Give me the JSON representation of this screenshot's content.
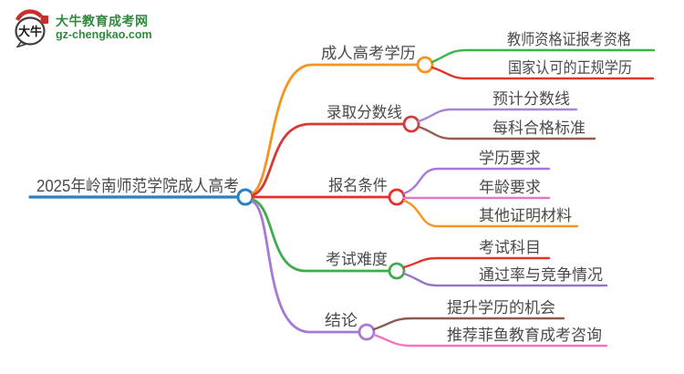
{
  "logo": {
    "icon_text": "大牛",
    "site_name": "大牛教育成考网",
    "site_url": "gz-chengkao.com",
    "brand_green": "#2e8b3c",
    "seal_red": "#c9302c"
  },
  "mindmap": {
    "root": {
      "label": "2025年岭南师范学院成人高考",
      "color": "#2b7fc3"
    },
    "branches": [
      {
        "label": "成人高考学历",
        "color": "#f7941e",
        "children": [
          {
            "label": "教师资格证报考资格",
            "color": "#3cb44a"
          },
          {
            "label": "国家认可的正规学历",
            "color": "#e5332a"
          }
        ]
      },
      {
        "label": "录取分数线",
        "color": "#d43a36",
        "children": [
          {
            "label": "预计分数线",
            "color": "#a586d5"
          },
          {
            "label": "每科合格标准",
            "color": "#9c5a4e"
          }
        ]
      },
      {
        "label": "报名条件",
        "color": "#e82e2b",
        "children": [
          {
            "label": "学历要求",
            "color": "#a678d8"
          },
          {
            "label": "年龄要求",
            "color": "#ee72d2"
          },
          {
            "label": "其他证明材料",
            "color": "#f7941e"
          }
        ]
      },
      {
        "label": "考试难度",
        "color": "#41ab4f",
        "children": [
          {
            "label": "考试科目",
            "color": "#e5352b"
          },
          {
            "label": "通过率与竞争情况",
            "color": "#9477cc"
          }
        ]
      },
      {
        "label": "结论",
        "color": "#a678d8",
        "children": [
          {
            "label": "提升学历的机会",
            "color": "#8d5a50"
          },
          {
            "label": "推荐菲鱼教育成考咨询",
            "color": "#f273bd"
          }
        ]
      }
    ]
  }
}
